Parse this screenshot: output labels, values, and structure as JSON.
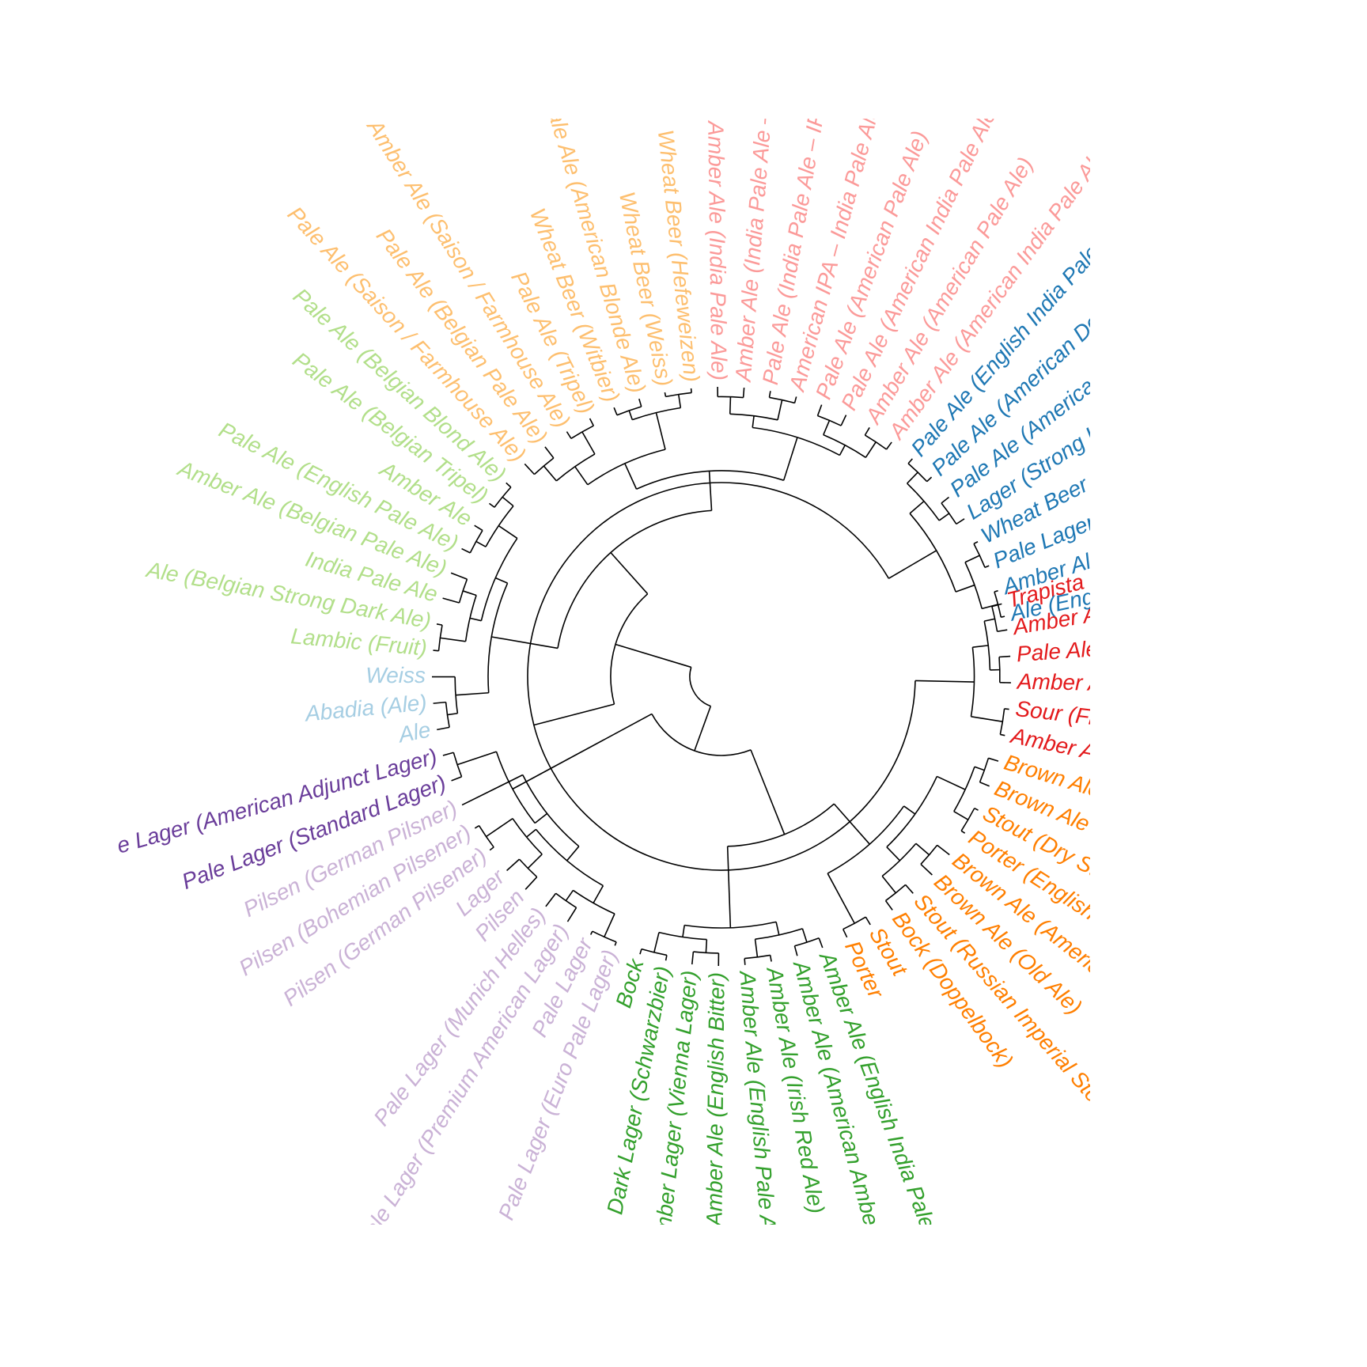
{
  "figure": {
    "type": "circular dendrogram",
    "background": "#ffffff",
    "branch_color": "#000000"
  },
  "clusters": [
    {
      "color": "#E31A1C",
      "leaves": [
        "Trapista (Ale)",
        "Amber Ale (Belgian Tripel)",
        "Pale Ale (Saison)",
        "Amber Ale (Tripel)",
        "Sour (Flanders Red Ale)",
        "Amber Ale (Bière de Garde)"
      ]
    },
    {
      "color": "#FF7F00",
      "leaves": [
        "Brown Ale (English Brown Ale)",
        "Brown Ale (Belgian Dark Ale)",
        "Stout (Dry Stout)",
        "Porter (English Porter)",
        "Brown Ale (American Brown Ale)",
        "Brown Ale (Old Ale)",
        "Stout (Russian Imperial Stout)",
        "Bock (Doppelbock)",
        "Stout",
        "Porter"
      ]
    },
    {
      "color": "#33A02C",
      "leaves": [
        "Amber Ale (English India Pale Ale – IPA)",
        "Amber Ale (American Amber Ale)",
        "Amber Ale (Irish Red Ale)",
        "Amber Ale (English Pale Ale)",
        "Amber Ale (English Bitter)",
        "Amber Lager (Vienna Lager)",
        "Dark Lager (Schwarzbier)",
        "Bock"
      ]
    },
    {
      "color": "#CAB2D6",
      "leaves": [
        "Pale Lager (Euro Pale Lager)",
        "Pale Lager",
        "Pale Lager (Premium American Lager)",
        "Pale Lager (Munich Helles)",
        "Pilsen",
        "Lager",
        "Pilsen (German Pilsener)",
        "Pilsen (Bohemian Pilsener)",
        "Pilsen (German Pilsner)"
      ]
    },
    {
      "color": "#6A3D9A",
      "leaves": [
        "Pale Lager (Standard Lager)",
        "Pale Lager (American Adjunct Lager)"
      ]
    },
    {
      "color": "#A6CEE3",
      "leaves": [
        "Ale",
        "Abadia (Ale)",
        "Weiss"
      ]
    },
    {
      "color": "#B2DF8A",
      "leaves": [
        "Lambic (Fruit)",
        "Ale (Belgian Strong Dark Ale)",
        "India Pale Ale",
        "Amber Ale (Belgian Pale Ale)",
        "Pale Ale (English Pale Ale)",
        "Amber Ale",
        "Pale Ale (Belgian Tripel)",
        "Pale Ale (Belgian Blond Ale)"
      ]
    },
    {
      "color": "#FDBF6F",
      "leaves": [
        "Pale Ale (Saison / Farmhouse Ale)",
        "Pale Ale (Belgian Pale Ale)",
        "Amber Ale (Saison / Farmhouse Ale)",
        "Pale Ale (Tripel)",
        "Wheat Beer (Witbier)",
        "Pale Ale (American Blonde Ale)",
        "Wheat Beer (Weiss)",
        "Wheat Beer (Hefeweizen)"
      ]
    },
    {
      "color": "#FB9A99",
      "leaves": [
        "Amber Ale (India Pale Ale)",
        "Amber Ale (India Pale Ale – IPA)",
        "Pale Ale (India Pale Ale – IPA)",
        "American IPA – India Pale Ale",
        "Pale Ale (American Pale Ale)",
        "Pale Ale (American India Pale Ale)",
        "Amber Ale (American Pale Ale)",
        "Amber Ale (American India Pale Ale)"
      ]
    },
    {
      "color": "#1F78B4",
      "leaves": [
        "Pale Ale (English India Pale Ale)",
        "Pale Ale (American Double India Pale Ale)",
        "Pale Ale (American IPA – India Pale Ale)",
        "Lager (Strong Lager)",
        "Wheat Beer (American Pale Wheat Ale)",
        "Pale Lager (Euro Strong Lager)",
        "Amber Ale (Imperial India Pale Ale – IPA)",
        "Ale (English Pale Ale)"
      ]
    }
  ]
}
